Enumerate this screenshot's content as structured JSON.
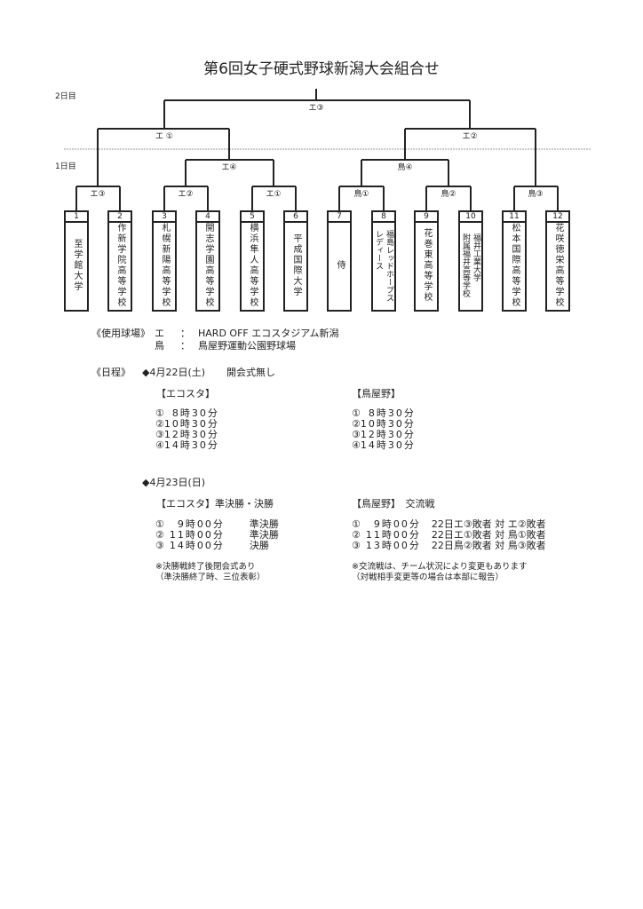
{
  "title": "第6回女子硬式野球新潟大会組合せ",
  "day_labels": {
    "day2": "2日目",
    "day1": "1日目"
  },
  "bracket": {
    "final": "エ③",
    "semis": [
      "エ ①",
      "エ②"
    ],
    "quarters": [
      "エ④",
      "鳥④"
    ],
    "first_round": [
      "エ③",
      "エ②",
      "エ①",
      "鳥①",
      "鳥②",
      "鳥③"
    ],
    "teams": [
      {
        "num": "1",
        "name": "至学館大学"
      },
      {
        "num": "2",
        "name": "作新学院高等学校"
      },
      {
        "num": "3",
        "name": "札幌新陽高等学校"
      },
      {
        "num": "4",
        "name": "開志学園高等学校"
      },
      {
        "num": "5",
        "name": "横浜隼人高等学校"
      },
      {
        "num": "6",
        "name": "平成国際大学"
      },
      {
        "num": "7",
        "name": "侍"
      },
      {
        "num": "8",
        "name": "福島レッドホープス\nレディース"
      },
      {
        "num": "9",
        "name": "花巻東高等学校"
      },
      {
        "num": "10",
        "name": "福井工業大学\n附属福井高等学校"
      },
      {
        "num": "11",
        "name": "松本国際高等学校"
      },
      {
        "num": "12",
        "name": "花咲徳栄高等学校"
      }
    ]
  },
  "venues": {
    "heading": "《使用球場》",
    "rows": [
      {
        "code": "エ",
        "sep": "：",
        "name": "HARD OFF エコスタジアム新潟"
      },
      {
        "code": "鳥",
        "sep": "：",
        "name": "鳥屋野運動公園野球場"
      }
    ]
  },
  "schedule": {
    "heading": "《日程》",
    "day1": {
      "date": "◆4月22日(土)",
      "note": "開会式無し",
      "left_head": "【エコスタ】",
      "right_head": "【鳥屋野】",
      "left": [
        [
          "①",
          "8時30分"
        ],
        [
          "②",
          "10時30分"
        ],
        [
          "③",
          "12時30分"
        ],
        [
          "④",
          "14時30分"
        ]
      ],
      "right": [
        [
          "①",
          "8時30分"
        ],
        [
          "②",
          "10時30分"
        ],
        [
          "③",
          "12時30分"
        ],
        [
          "④",
          "14時30分"
        ]
      ]
    },
    "day2": {
      "date": "◆4月23日(日)",
      "left_head": "【エコスタ】準決勝・決勝",
      "right_head": "【鳥屋野】　交流戦",
      "left": [
        [
          "①",
          "9時00分",
          "準決勝"
        ],
        [
          "②",
          "11時00分",
          "準決勝"
        ],
        [
          "③",
          "14時00分",
          "決勝"
        ]
      ],
      "right": [
        [
          "①",
          "9時00分",
          "22日エ③敗者 対 エ②敗者"
        ],
        [
          "②",
          "11時00分",
          "22日エ①敗者 対 鳥①敗者"
        ],
        [
          "③",
          "13時00分",
          "22日鳥②敗者 対 鳥③敗者"
        ]
      ],
      "left_notes": [
        "※決勝戦終了後閉会式あり",
        "（準決勝終了時、三位表彰）"
      ],
      "right_notes": [
        "※交流戦は、チーム状況により変更もあります",
        "（対戦相手変更等の場合は本部に報告）"
      ]
    }
  }
}
